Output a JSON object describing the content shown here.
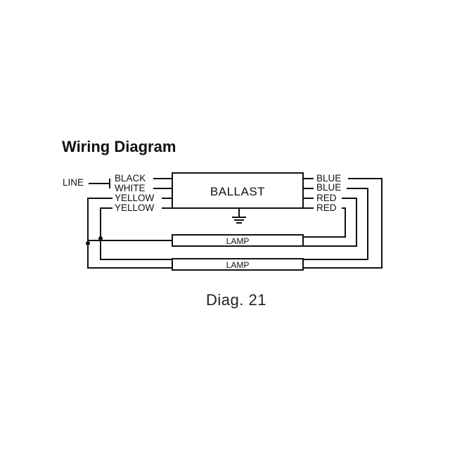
{
  "title": "Wiring Diagram",
  "line_label": "LINE",
  "ballast": {
    "label": "BALLAST"
  },
  "left_wires": [
    "BLACK",
    "WHITE",
    "YELLOW",
    "YELLOW"
  ],
  "right_wires": [
    "BLUE",
    "BLUE",
    "RED",
    "RED"
  ],
  "lamps": [
    "LAMP",
    "LAMP"
  ],
  "caption": "Diag. 21",
  "colors": {
    "ink": "#111111",
    "background": "#ffffff"
  }
}
